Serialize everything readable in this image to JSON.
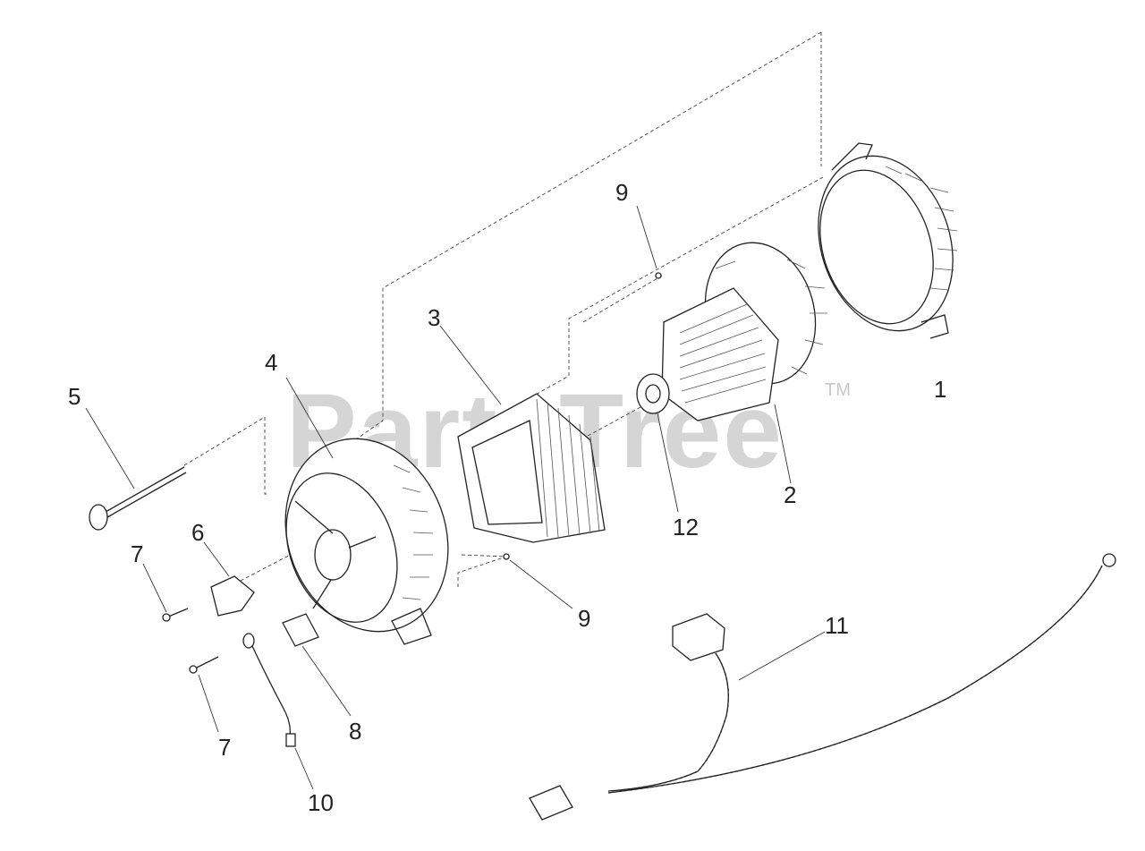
{
  "watermark": {
    "text": "PartsTree",
    "trademark": "TM"
  },
  "callouts": {
    "c1": "1",
    "c2": "2",
    "c3": "3",
    "c4": "4",
    "c5": "5",
    "c6": "6",
    "c7a": "7",
    "c7b": "7",
    "c8": "8",
    "c9a": "9",
    "c9b": "9",
    "c10": "10",
    "c11": "11",
    "c12": "12"
  }
}
